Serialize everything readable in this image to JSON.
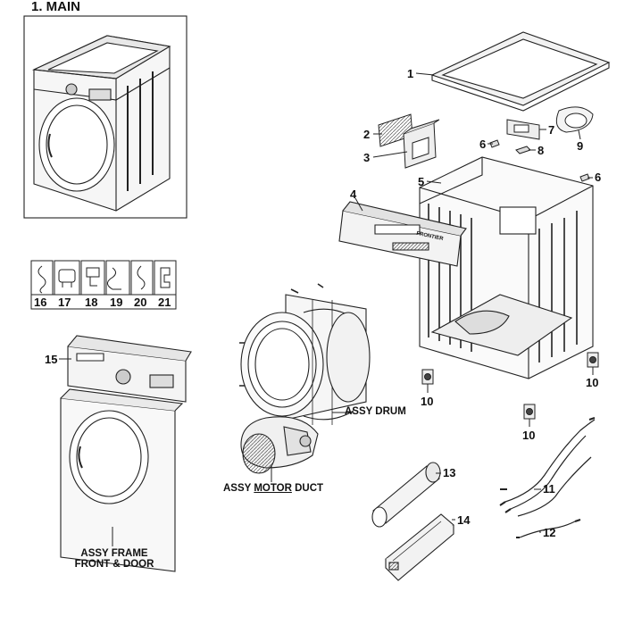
{
  "title": "1. MAIN",
  "callouts": {
    "c1": "1",
    "c2": "2",
    "c3": "3",
    "c4": "4",
    "c5": "5",
    "c6a": "6",
    "c6b": "6",
    "c7": "7",
    "c8": "8",
    "c9": "9",
    "c10a": "10",
    "c10b": "10",
    "c10c": "10",
    "c11": "11",
    "c12": "12",
    "c13": "13",
    "c14": "14",
    "c15": "15",
    "c16": "16",
    "c17": "17",
    "c18": "18",
    "c19": "19",
    "c20": "20",
    "c21": "21"
  },
  "assemblies": {
    "drum": "ASSY DRUM",
    "motor_duct_prefix": "ASSY ",
    "motor_duct_underlined": "MOTOR",
    "motor_duct_suffix": " DUCT",
    "frame_line1": "ASSY FRAME",
    "frame_line2": "FRONT & DOOR"
  },
  "panel_logo": "FRONTIER"
}
